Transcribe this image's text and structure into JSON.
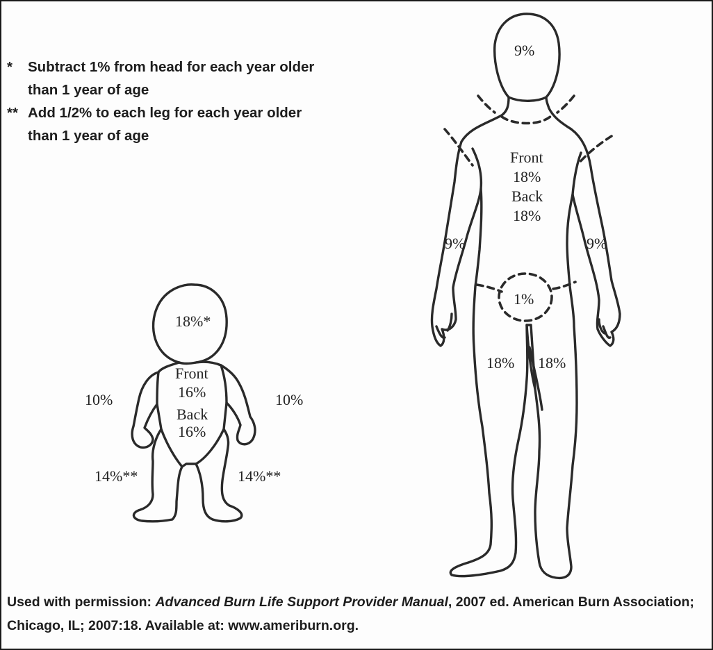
{
  "notes": [
    {
      "marker": "*",
      "line1": "Subtract 1% from head for each year older",
      "line2": "than 1 year of age"
    },
    {
      "marker": "**",
      "line1": "Add 1/2% to each leg for each year older",
      "line2": "than 1 year of age"
    }
  ],
  "infant": {
    "head": "18%*",
    "trunk_front": "Front",
    "trunk_front_pct": "16%",
    "trunk_back": "Back",
    "trunk_back_pct": "16%",
    "arm_left": "10%",
    "arm_right": "10%",
    "leg_left": "14%**",
    "leg_right": "14%**"
  },
  "adult": {
    "head": "9%",
    "trunk_front": "Front",
    "trunk_front_pct": "18%",
    "trunk_back": "Back",
    "trunk_back_pct": "18%",
    "arm_left": "9%",
    "arm_right": "9%",
    "genital": "1%",
    "leg_left": "18%",
    "leg_right": "18%"
  },
  "source": {
    "prefix": "Used with permission: ",
    "title": "Advanced Burn Life Support Provider Manual",
    "suffix": ", 2007 ed. American Burn Association; Chicago, IL; 2007:18. Available at: www.ameriburn.org."
  }
}
